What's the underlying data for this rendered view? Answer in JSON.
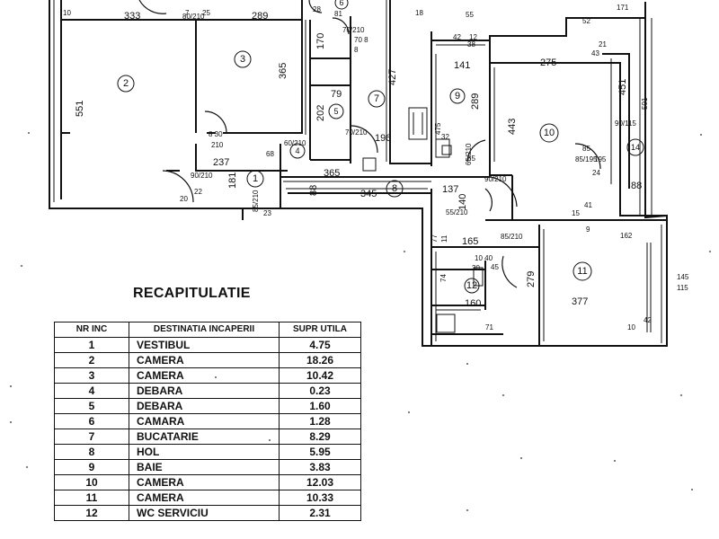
{
  "recap": {
    "title": "RECAPITULATIE",
    "headers": [
      "NR INC",
      "DESTINATIA INCAPERII",
      "SUPR UTILA"
    ],
    "rows": [
      {
        "nr": "1",
        "dest": "VESTIBUL",
        "area": "4.75"
      },
      {
        "nr": "2",
        "dest": "CAMERA",
        "area": "18.26"
      },
      {
        "nr": "3",
        "dest": "CAMERA",
        "area": "10.42"
      },
      {
        "nr": "4",
        "dest": "DEBARA",
        "area": "0.23"
      },
      {
        "nr": "5",
        "dest": "DEBARA",
        "area": "1.60"
      },
      {
        "nr": "6",
        "dest": "CAMARA",
        "area": "1.28"
      },
      {
        "nr": "7",
        "dest": "BUCATARIE",
        "area": "8.29"
      },
      {
        "nr": "8",
        "dest": "HOL",
        "area": "5.95"
      },
      {
        "nr": "9",
        "dest": "BAIE",
        "area": "3.83"
      },
      {
        "nr": "10",
        "dest": "CAMERA",
        "area": "12.03"
      },
      {
        "nr": "11",
        "dest": "CAMERA",
        "area": "10.33"
      },
      {
        "nr": "12",
        "dest": "WC SERVICIU",
        "area": "2.31"
      }
    ]
  },
  "plan": {
    "room_numbers": [
      "1",
      "2",
      "3",
      "4",
      "5",
      "6",
      "7",
      "8",
      "9",
      "10",
      "11",
      "12",
      "14"
    ],
    "dimensions": {
      "d333": "333",
      "d289": "289",
      "d551": "551",
      "d365a": "365",
      "d427": "427",
      "d170": "170",
      "d202": "202",
      "d79": "79",
      "d237": "237",
      "d181": "181",
      "d365b": "365",
      "d345": "345",
      "d88a": "88",
      "d196": "196",
      "d141": "141",
      "d289b": "289",
      "d275": "275",
      "d443": "443",
      "d451": "451",
      "d501": "501",
      "d88b": "88",
      "d137": "137",
      "d140": "140",
      "d165": "165",
      "d279": "279",
      "d377": "377",
      "d162": "162",
      "d160": "160",
      "d145": "145",
      "d115": "115",
      "d171": "171",
      "d52": "52",
      "d55": "55",
      "d18": "18",
      "d10a": "10",
      "d81": "81",
      "d68": "68",
      "d7": "7",
      "d25": "25",
      "d8": "8",
      "d42": "42",
      "d12": "12",
      "d38": "38",
      "d43": "43",
      "d21": "21",
      "d30": "30",
      "d85": "85",
      "d195": "195",
      "d24": "24",
      "d15": "15",
      "d41": "41",
      "d9": "9",
      "d77": "77",
      "d11": "11",
      "d71": "71",
      "d10b": "10",
      "d42b": "42",
      "d22": "22",
      "d20": "20",
      "d23": "23",
      "d65": "65",
      "d74": "74",
      "d28": "28",
      "d32": "32",
      "d475": "475"
    },
    "doors": {
      "door_90_210": "90/210",
      "door_80_210": "80/210",
      "door_70_210": "70/210",
      "door_60_210": "60/210",
      "door_85_210": "85/210",
      "door_90_115": "90/115",
      "door_85_195": "85/195",
      "door_65_210": "65/210",
      "door_55_210": "55/210",
      "door_70_210b": "70/210",
      "door_90_210b": "90/210",
      "door_85_210b": "85/210",
      "door_8_30": "8 30",
      "door_210": "210",
      "door_10_40": "10 40",
      "door_45": "45",
      "door_70_8": "70 8"
    }
  }
}
